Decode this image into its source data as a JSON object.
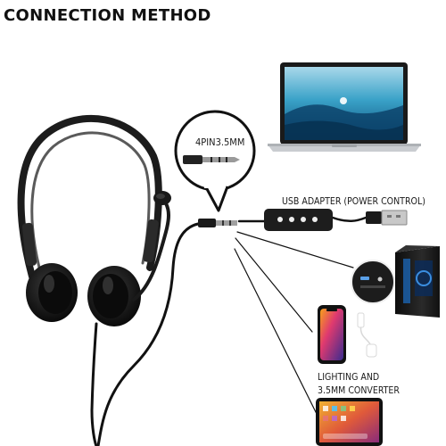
{
  "title": "CONNECTION METHOD",
  "labels": {
    "pin": "4PIN3.5MM",
    "usb_adapter": "USB ADAPTER (POWER CONTROL)",
    "converter_line1": "LIGHTING AND",
    "converter_line2": "3.5MM CONVERTER"
  },
  "devices": {
    "laptop": "laptop-icon",
    "desktop_tower": "desktop-tower-icon",
    "smartphone": "smartphone-icon",
    "tablet": "tablet-icon",
    "headset": "headset-icon",
    "usb_adapter": "usb-adapter-icon",
    "converter": "lightning-adapter-icon"
  },
  "colors": {
    "headset": "#1c1c1c",
    "cable": "#111111",
    "accent_blue": "#1e88d8"
  }
}
